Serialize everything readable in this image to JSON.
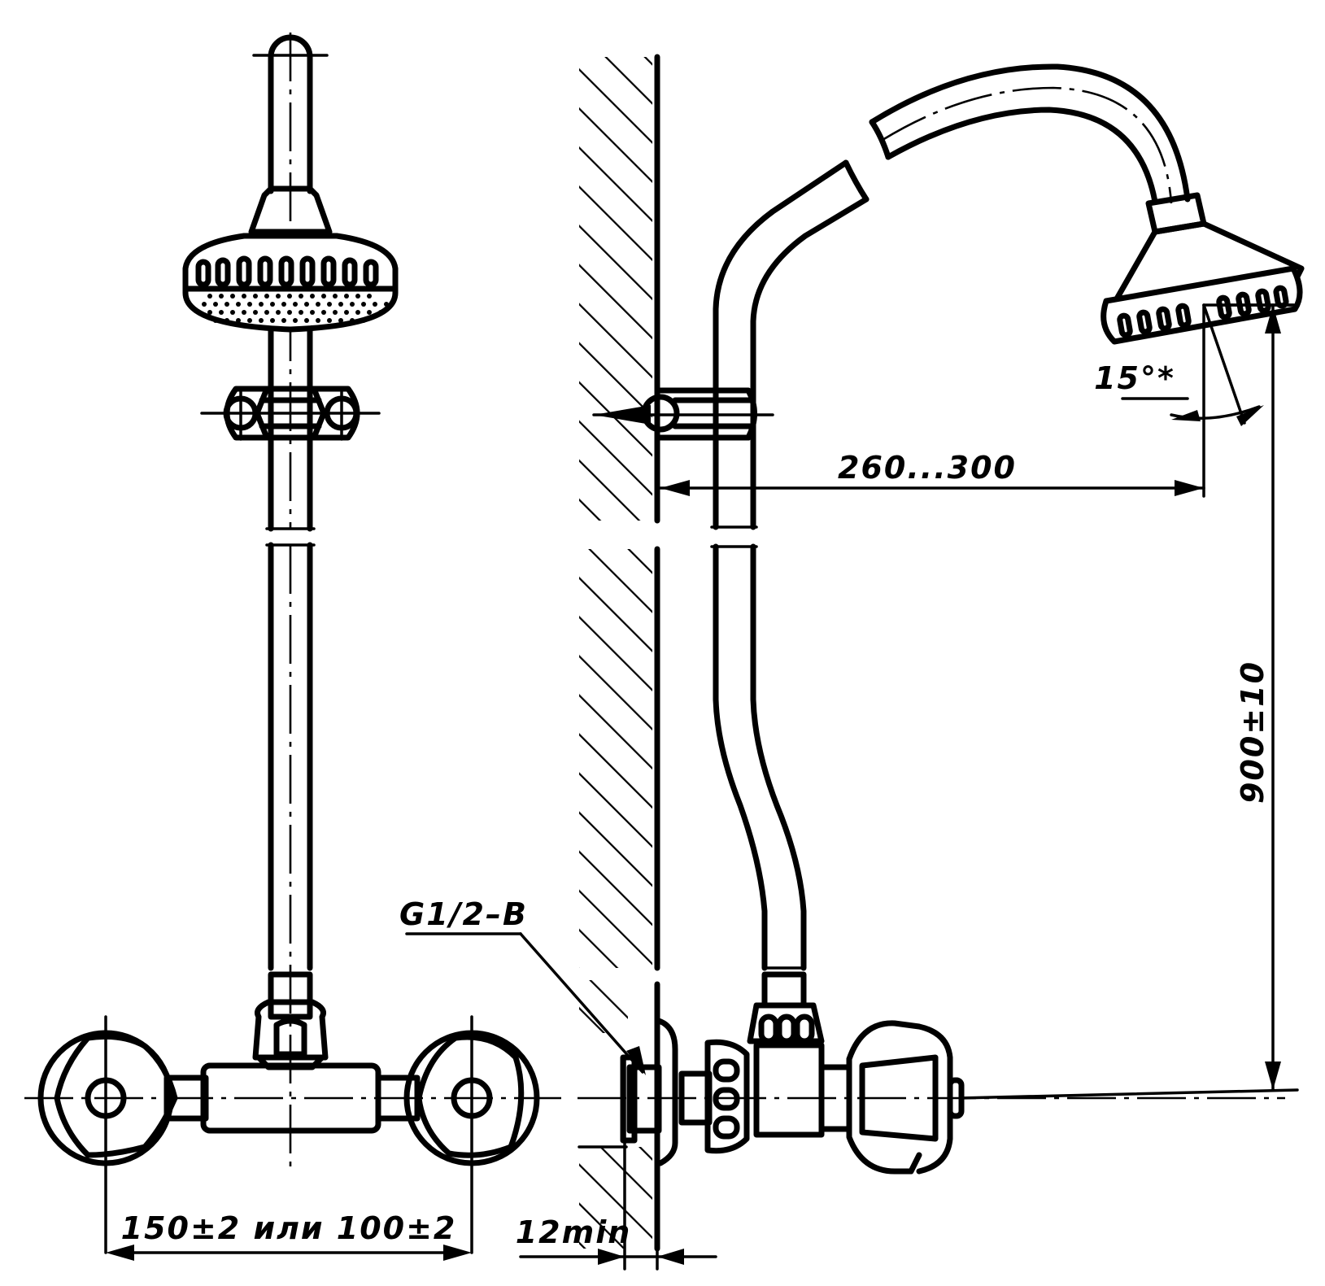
{
  "dimensions": {
    "handle_spacing": "150±2 или 100±2",
    "wall_clearance": "12min",
    "arm_reach": "260...300",
    "mount_height": "900±10",
    "head_tilt": "15°*"
  },
  "callouts": {
    "thread": "G1/2–B"
  }
}
